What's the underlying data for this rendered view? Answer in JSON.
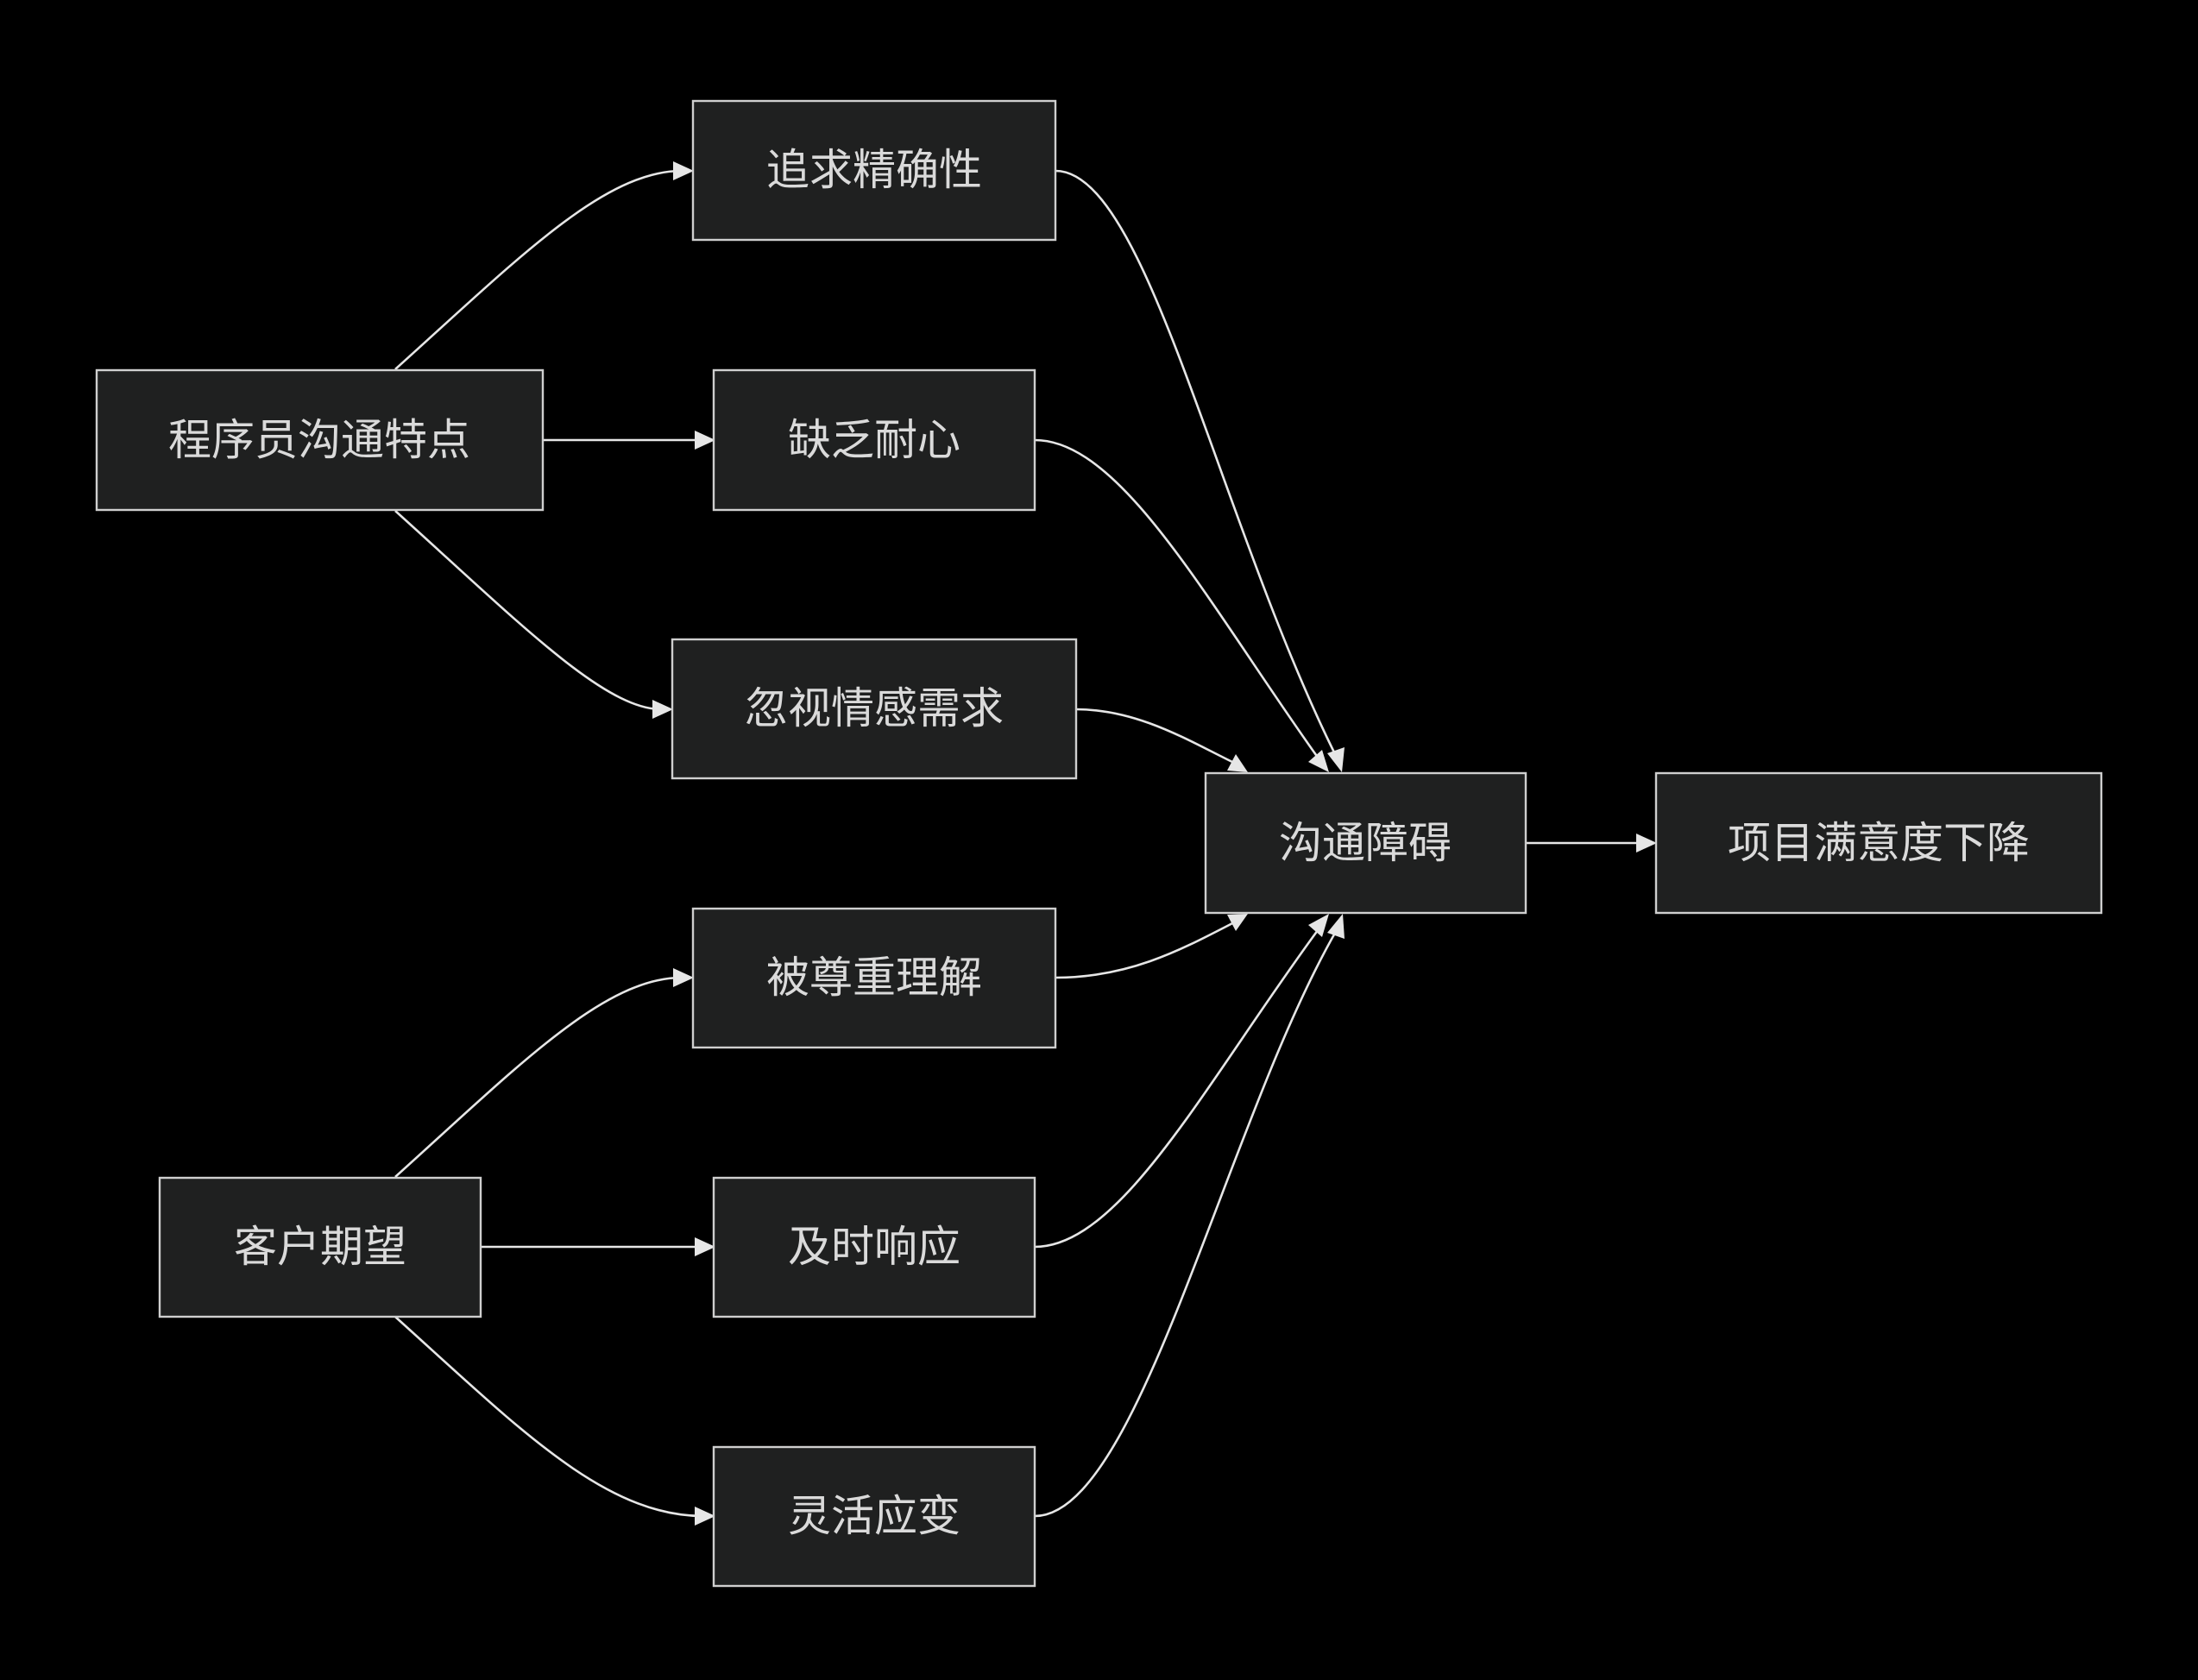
{
  "diagram": {
    "type": "flowchart",
    "direction": "left-to-right",
    "colors": {
      "background": "#000000",
      "node_fill": "#1f2020",
      "node_border": "#cfcfcf",
      "node_text": "#dadada",
      "edge": "#e6e6e6"
    },
    "nodes": {
      "programmer": "程序员沟通特点",
      "precision": "追求精确性",
      "impatience": "缺乏耐心",
      "ignore_emotion": "忽视情感需求",
      "client": "客户期望",
      "respect": "被尊重理解",
      "timely": "及时响应",
      "flexible": "灵活应变",
      "barrier": "沟通障碍",
      "satisfaction_drop": "项目满意度下降"
    },
    "edges": [
      {
        "from": "programmer",
        "to": "precision"
      },
      {
        "from": "programmer",
        "to": "impatience"
      },
      {
        "from": "programmer",
        "to": "ignore_emotion"
      },
      {
        "from": "client",
        "to": "respect"
      },
      {
        "from": "client",
        "to": "timely"
      },
      {
        "from": "client",
        "to": "flexible"
      },
      {
        "from": "precision",
        "to": "barrier"
      },
      {
        "from": "impatience",
        "to": "barrier"
      },
      {
        "from": "ignore_emotion",
        "to": "barrier"
      },
      {
        "from": "respect",
        "to": "barrier"
      },
      {
        "from": "timely",
        "to": "barrier"
      },
      {
        "from": "flexible",
        "to": "barrier"
      },
      {
        "from": "barrier",
        "to": "satisfaction_drop"
      }
    ]
  }
}
